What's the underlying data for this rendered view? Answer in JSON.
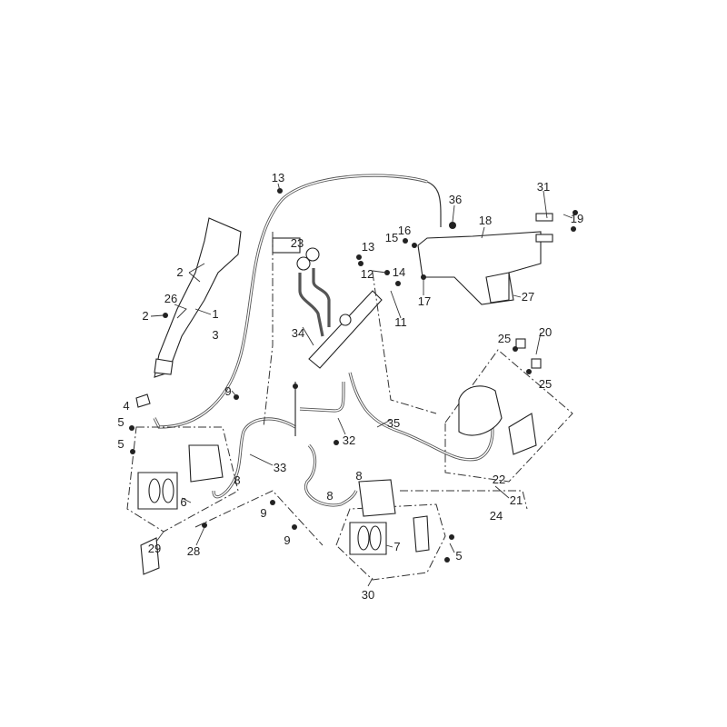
{
  "title": "Brake system exploded parts diagram",
  "callouts": [
    "13",
    "36",
    "31",
    "19",
    "18",
    "16",
    "15",
    "23",
    "13",
    "2",
    "12",
    "14",
    "27",
    "17",
    "26",
    "2",
    "1",
    "3",
    "34",
    "11",
    "25",
    "20",
    "25",
    "9",
    "4",
    "5",
    "5",
    "32",
    "35",
    "33",
    "8",
    "8",
    "22",
    "21",
    "24",
    "6",
    "8",
    "9",
    "9",
    "7",
    "5",
    "29",
    "28",
    "30"
  ]
}
